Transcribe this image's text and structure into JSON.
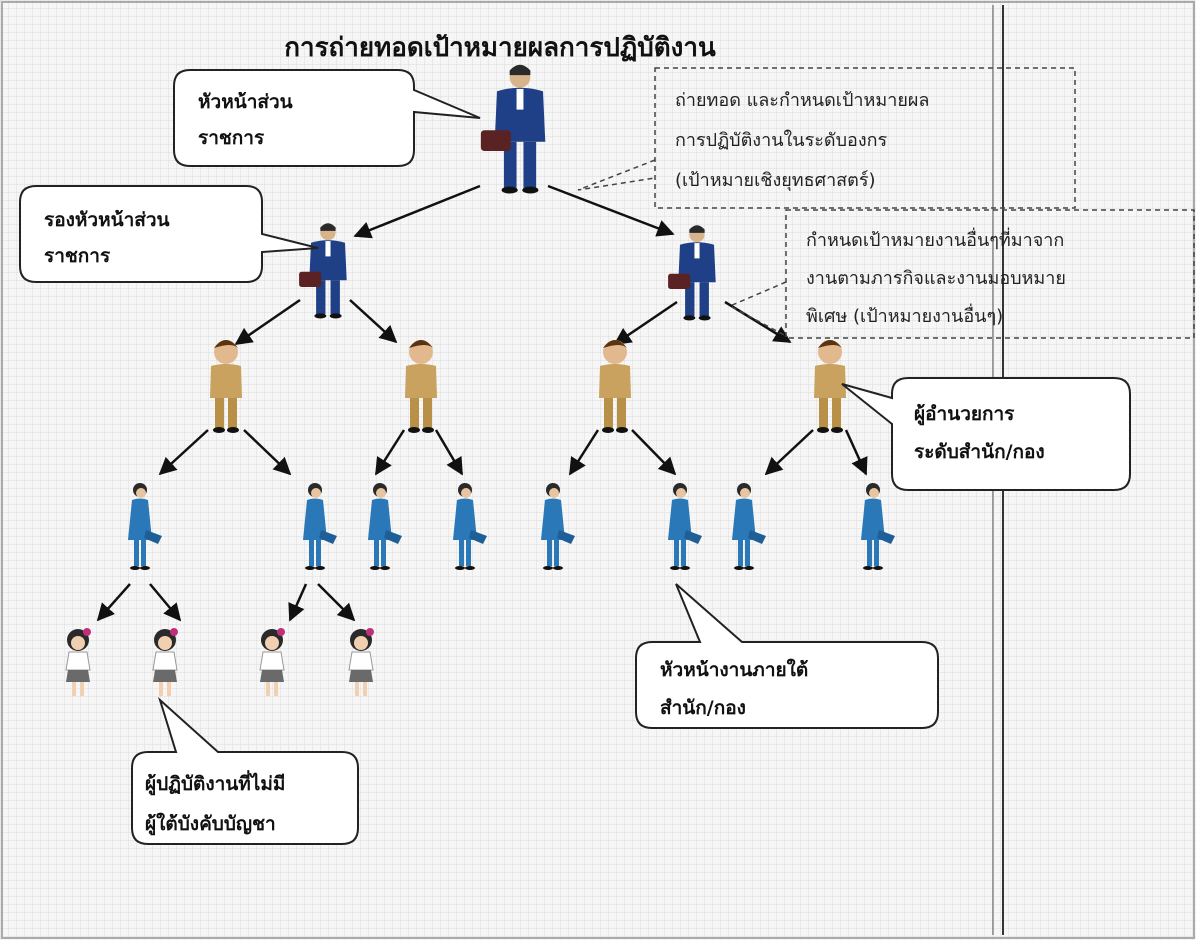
{
  "title": "การถ่ายทอดเป้าหมายผลการปฏิบัติงาน",
  "callouts": {
    "head": [
      "หัวหน้าส่วน",
      "ราชการ"
    ],
    "deputy": [
      "รองหัวหน้าส่วน",
      "ราชการ"
    ],
    "director": [
      "ผู้อำนวยการ",
      "ระดับสำนัก/กอง"
    ],
    "unit_head": [
      "หัวหน้างานภายใต้",
      "สำนัก/กอง"
    ],
    "worker": [
      "ผู้ปฏิบัติงานที่ไม่มี",
      "ผู้ใต้บังคับบัญชา"
    ]
  },
  "notes": {
    "strategic": [
      "ถ่ายทอด และกำหนดเป้าหมายผล",
      "การปฏิบัติงานในระดับองกร",
      "(เป้าหมายเชิงยุทธศาสตร์)"
    ],
    "other": [
      "กำหนดเป้าหมายงานอื่นๆที่มาจาก",
      "งานตามภารกิจและงานมอบหมาย",
      "พิเศษ (เป้าหมายงานอื่นๆ)"
    ]
  },
  "colors": {
    "suit": "#1f3f86",
    "uniform": "#c8a25e",
    "staff": "#2a78b8",
    "arrow": "#111111"
  }
}
